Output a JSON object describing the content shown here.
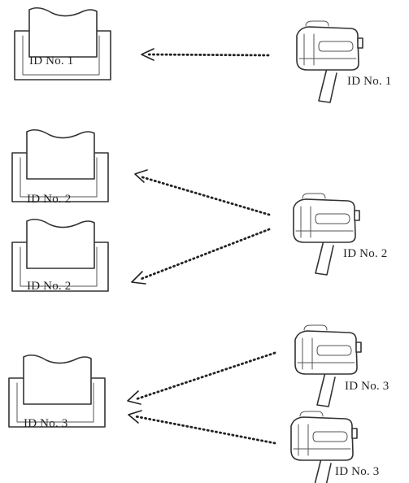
{
  "groups": [
    {
      "receivers": [
        "ID No. 1"
      ],
      "cameras": [
        "ID No. 1"
      ]
    },
    {
      "receivers": [
        "ID No. 2",
        "ID No. 2"
      ],
      "cameras": [
        "ID No. 2"
      ]
    },
    {
      "receivers": [
        "ID No. 3"
      ],
      "cameras": [
        "ID No. 3",
        "ID No. 3"
      ]
    }
  ]
}
